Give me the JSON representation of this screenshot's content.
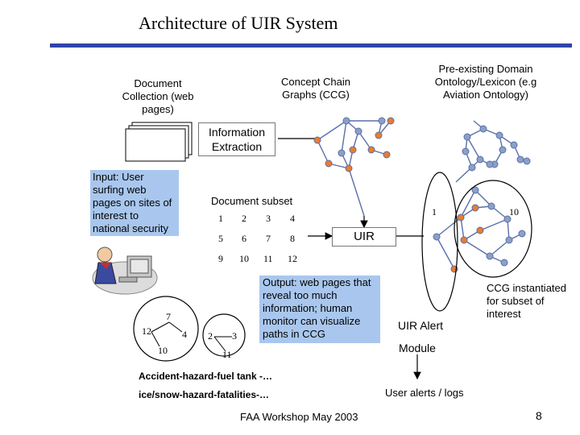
{
  "title": "Architecture of UIR System",
  "doc_collection": "Document Collection (web pages)",
  "ccg_label": "Concept Chain Graphs (CCG)",
  "ontology_label": "Pre-existing Domain Ontology/Lexicon (e.g Aviation Ontology)",
  "info_extraction": "Information Extraction",
  "input_label": "Input: User surfing web pages on sites of interest to national security",
  "doc_subset_label": "Document subset",
  "doc_subset_numbers": [
    "1",
    "2",
    "3",
    "4",
    "5",
    "6",
    "7",
    "8",
    "9",
    "10",
    "11",
    "12"
  ],
  "uir_label": "UIR",
  "output_label": "Output: web pages that reveal too much information; human monitor can visualize paths in CCG",
  "cluster_left": [
    "7",
    "12",
    "4",
    "10"
  ],
  "cluster_right": [
    "2",
    "3",
    "11"
  ],
  "path1": "Accident-hazard-fuel tank -…",
  "path2": "ice/snow-hazard-fatalities-…",
  "footer": "FAA Workshop May 2003",
  "page_number": "8",
  "ccg_instantiated": "CCG instantiated for subset of interest",
  "uir_alert": "UIR Alert",
  "module": "Module",
  "user_alerts": "User alerts / logs",
  "node_1": "1",
  "node_10": "10",
  "colors": {
    "accent": "#2e43a8",
    "box": "#a9c7ee",
    "node": "#e87d2f",
    "edge": "#5b6fa8"
  }
}
